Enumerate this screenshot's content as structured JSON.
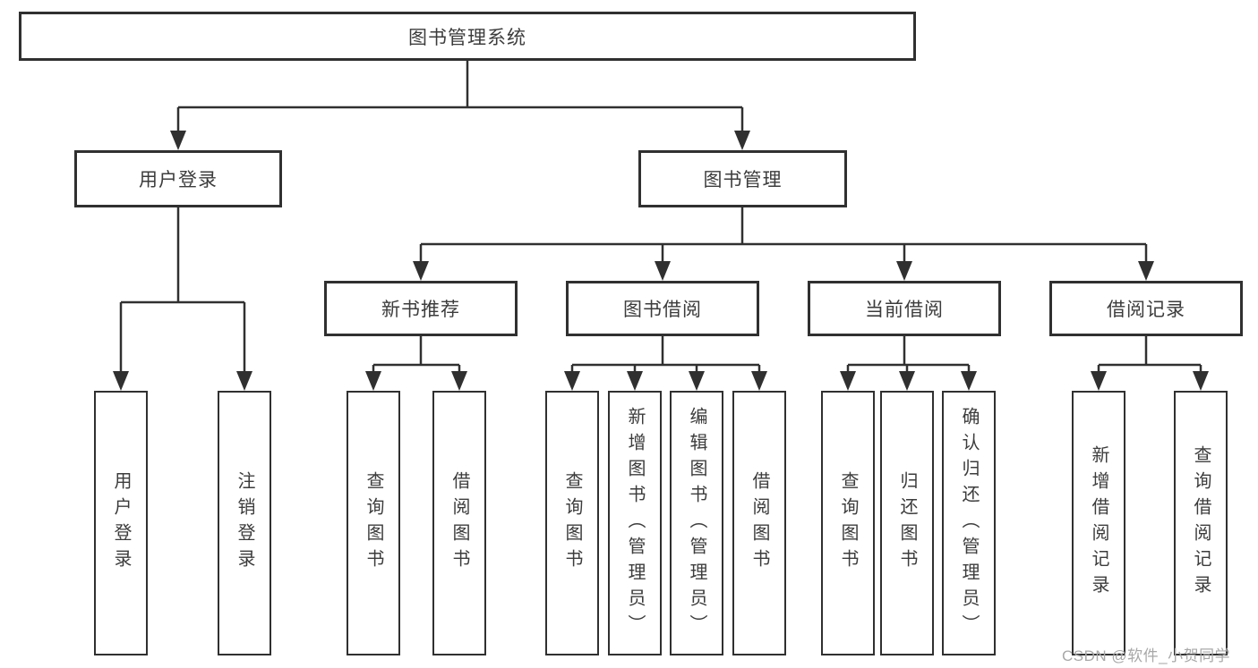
{
  "diagram": {
    "root": {
      "label": "图书管理系统"
    },
    "branches": [
      {
        "label": "用户登录",
        "children": [
          {
            "label": "用户登录"
          },
          {
            "label": "注销登录"
          }
        ]
      },
      {
        "label": "图书管理",
        "children": [
          {
            "label": "新书推荐",
            "children": [
              {
                "label": "查询图书"
              },
              {
                "label": "借阅图书"
              }
            ]
          },
          {
            "label": "图书借阅",
            "children": [
              {
                "label": "查询图书"
              },
              {
                "label": "新增图书（管理员）"
              },
              {
                "label": "编辑图书（管理员）"
              },
              {
                "label": "借阅图书"
              }
            ]
          },
          {
            "label": "当前借阅",
            "children": [
              {
                "label": "查询图书"
              },
              {
                "label": "归还图书"
              },
              {
                "label": "确认归还（管理员）"
              }
            ]
          },
          {
            "label": "借阅记录",
            "children": [
              {
                "label": "新增借阅记录"
              },
              {
                "label": "查询借阅记录"
              }
            ]
          }
        ]
      }
    ]
  },
  "watermark": {
    "text": "CSDN @软件_小贺同学"
  },
  "colors": {
    "line": "#303030",
    "box_border": "#303030",
    "text": "#3c3c3c",
    "watermark": "#a8a8a8",
    "background": "#ffffff"
  }
}
